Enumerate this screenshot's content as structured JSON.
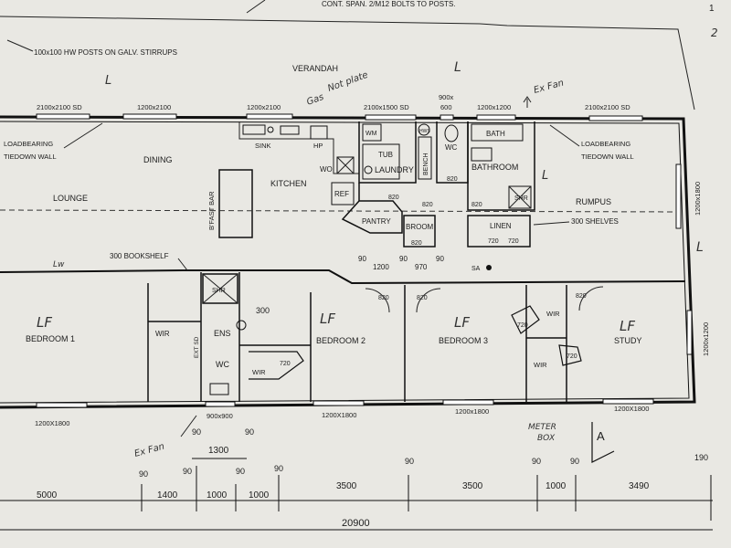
{
  "header_note": "CONT. SPAN. 2/M12 BOLTS TO POSTS.",
  "posts_note": "100x100 HW POSTS ON GALV. STIRRUPS",
  "margin_marks": {
    "m1": "1",
    "m2": "2"
  },
  "rooms": {
    "verandah": "VERANDAH",
    "dining": "DINING",
    "kitchen": "KITCHEN",
    "lounge": "LOUNGE",
    "laundry": "LAUNDRY",
    "bathroom": "BATHROOM",
    "rumpus": "RUMPUS",
    "pantry": "PANTRY",
    "broom": "BROOM",
    "linen": "LINEN",
    "bedroom1": "BEDROOM 1",
    "bedroom2": "BEDROOM 2",
    "bedroom3": "BEDROOM 3",
    "study": "STUDY",
    "ens": "ENS",
    "wc_ensuite": "WC",
    "wc_upper": "WC"
  },
  "fixtures": {
    "sink": "SINK",
    "hp": "HP",
    "wo": "WO",
    "ref": "REF",
    "tub": "TUB",
    "wm": "WM",
    "hws": "HWS",
    "bench": "BENCH",
    "bath": "BATH",
    "shr": "SHR",
    "shr_ens": "SHR",
    "bkfst_bar": "B'FAST BAR",
    "bookshelf": "300 BOOKSHELF",
    "shelves": "300 SHELVES",
    "sa": "SA",
    "wir1": "WIR",
    "wir2": "WIR",
    "wir3a": "WIR",
    "wir3b": "WIR",
    "ext_sd": "EXT SD"
  },
  "walls": {
    "loadbearing_left": "LOADBEARING",
    "tiedown_left": "TIEDOWN WALL",
    "loadbearing_right": "LOADBEARING",
    "tiedown_right": "TIEDOWN WALL"
  },
  "windows": {
    "w_top1": "2100x2100 SD",
    "w_top2": "1200x2100",
    "w_top3": "1200x2100",
    "w_top4": "2100x1500 SD",
    "w_top5": "900x",
    "w_top5b": "600",
    "w_top6": "1200x1200",
    "w_top7": "2100x2100 SD",
    "w_right1": "1200x1800",
    "w_right2": "1200x1200",
    "w_bot1": "1200X1800",
    "w_bot2": "900x900",
    "w_bot3": "1200X1800",
    "w_bot4": "1200x1800",
    "w_bot5": "1200X1800"
  },
  "doors": {
    "d_tub": "820",
    "d_bath": "820",
    "d_pantry": "820",
    "d_broom": "820",
    "d_hall1": "820",
    "d_hall2": "820",
    "d_linen1": "720",
    "d_linen2": "720",
    "d_bed2": "820",
    "d_bed3": "820",
    "d_study": "820",
    "d_wir2": "720",
    "d_wirb3a": "720",
    "d_wirb3b": "720",
    "d_300": "300"
  },
  "hall_dims": {
    "a": "90",
    "b": "1200",
    "c": "90",
    "d": "970",
    "e": "90"
  },
  "dimensions": {
    "top_90a": "90",
    "top_90b": "90",
    "mid_1300": "1300",
    "r2_90a": "90",
    "r2_90b": "90",
    "r2_90c": "90",
    "r2_90d": "90",
    "r2_90e": "90",
    "r2_90f": "90",
    "r2_190": "190",
    "d1": "5000",
    "d2": "1400",
    "d3": "1000",
    "d4": "1000",
    "d5": "3500",
    "d6": "3500",
    "d7": "1000",
    "d8": "3490",
    "total": "20900"
  },
  "handwritten": {
    "gas_not": "Gas",
    "not_plate": "Not plate",
    "ex_fan_top": "Ex Fan",
    "ex_fan_bottom": "Ex Fan",
    "meter_box1": "METER",
    "meter_box2": "BOX",
    "lf_bed1": "LF",
    "lf_bed2": "LF",
    "lf_bed3": "LF",
    "lf_study": "LF",
    "l_mark": "L",
    "lw_mark": "Lw"
  },
  "section_marker": "A"
}
